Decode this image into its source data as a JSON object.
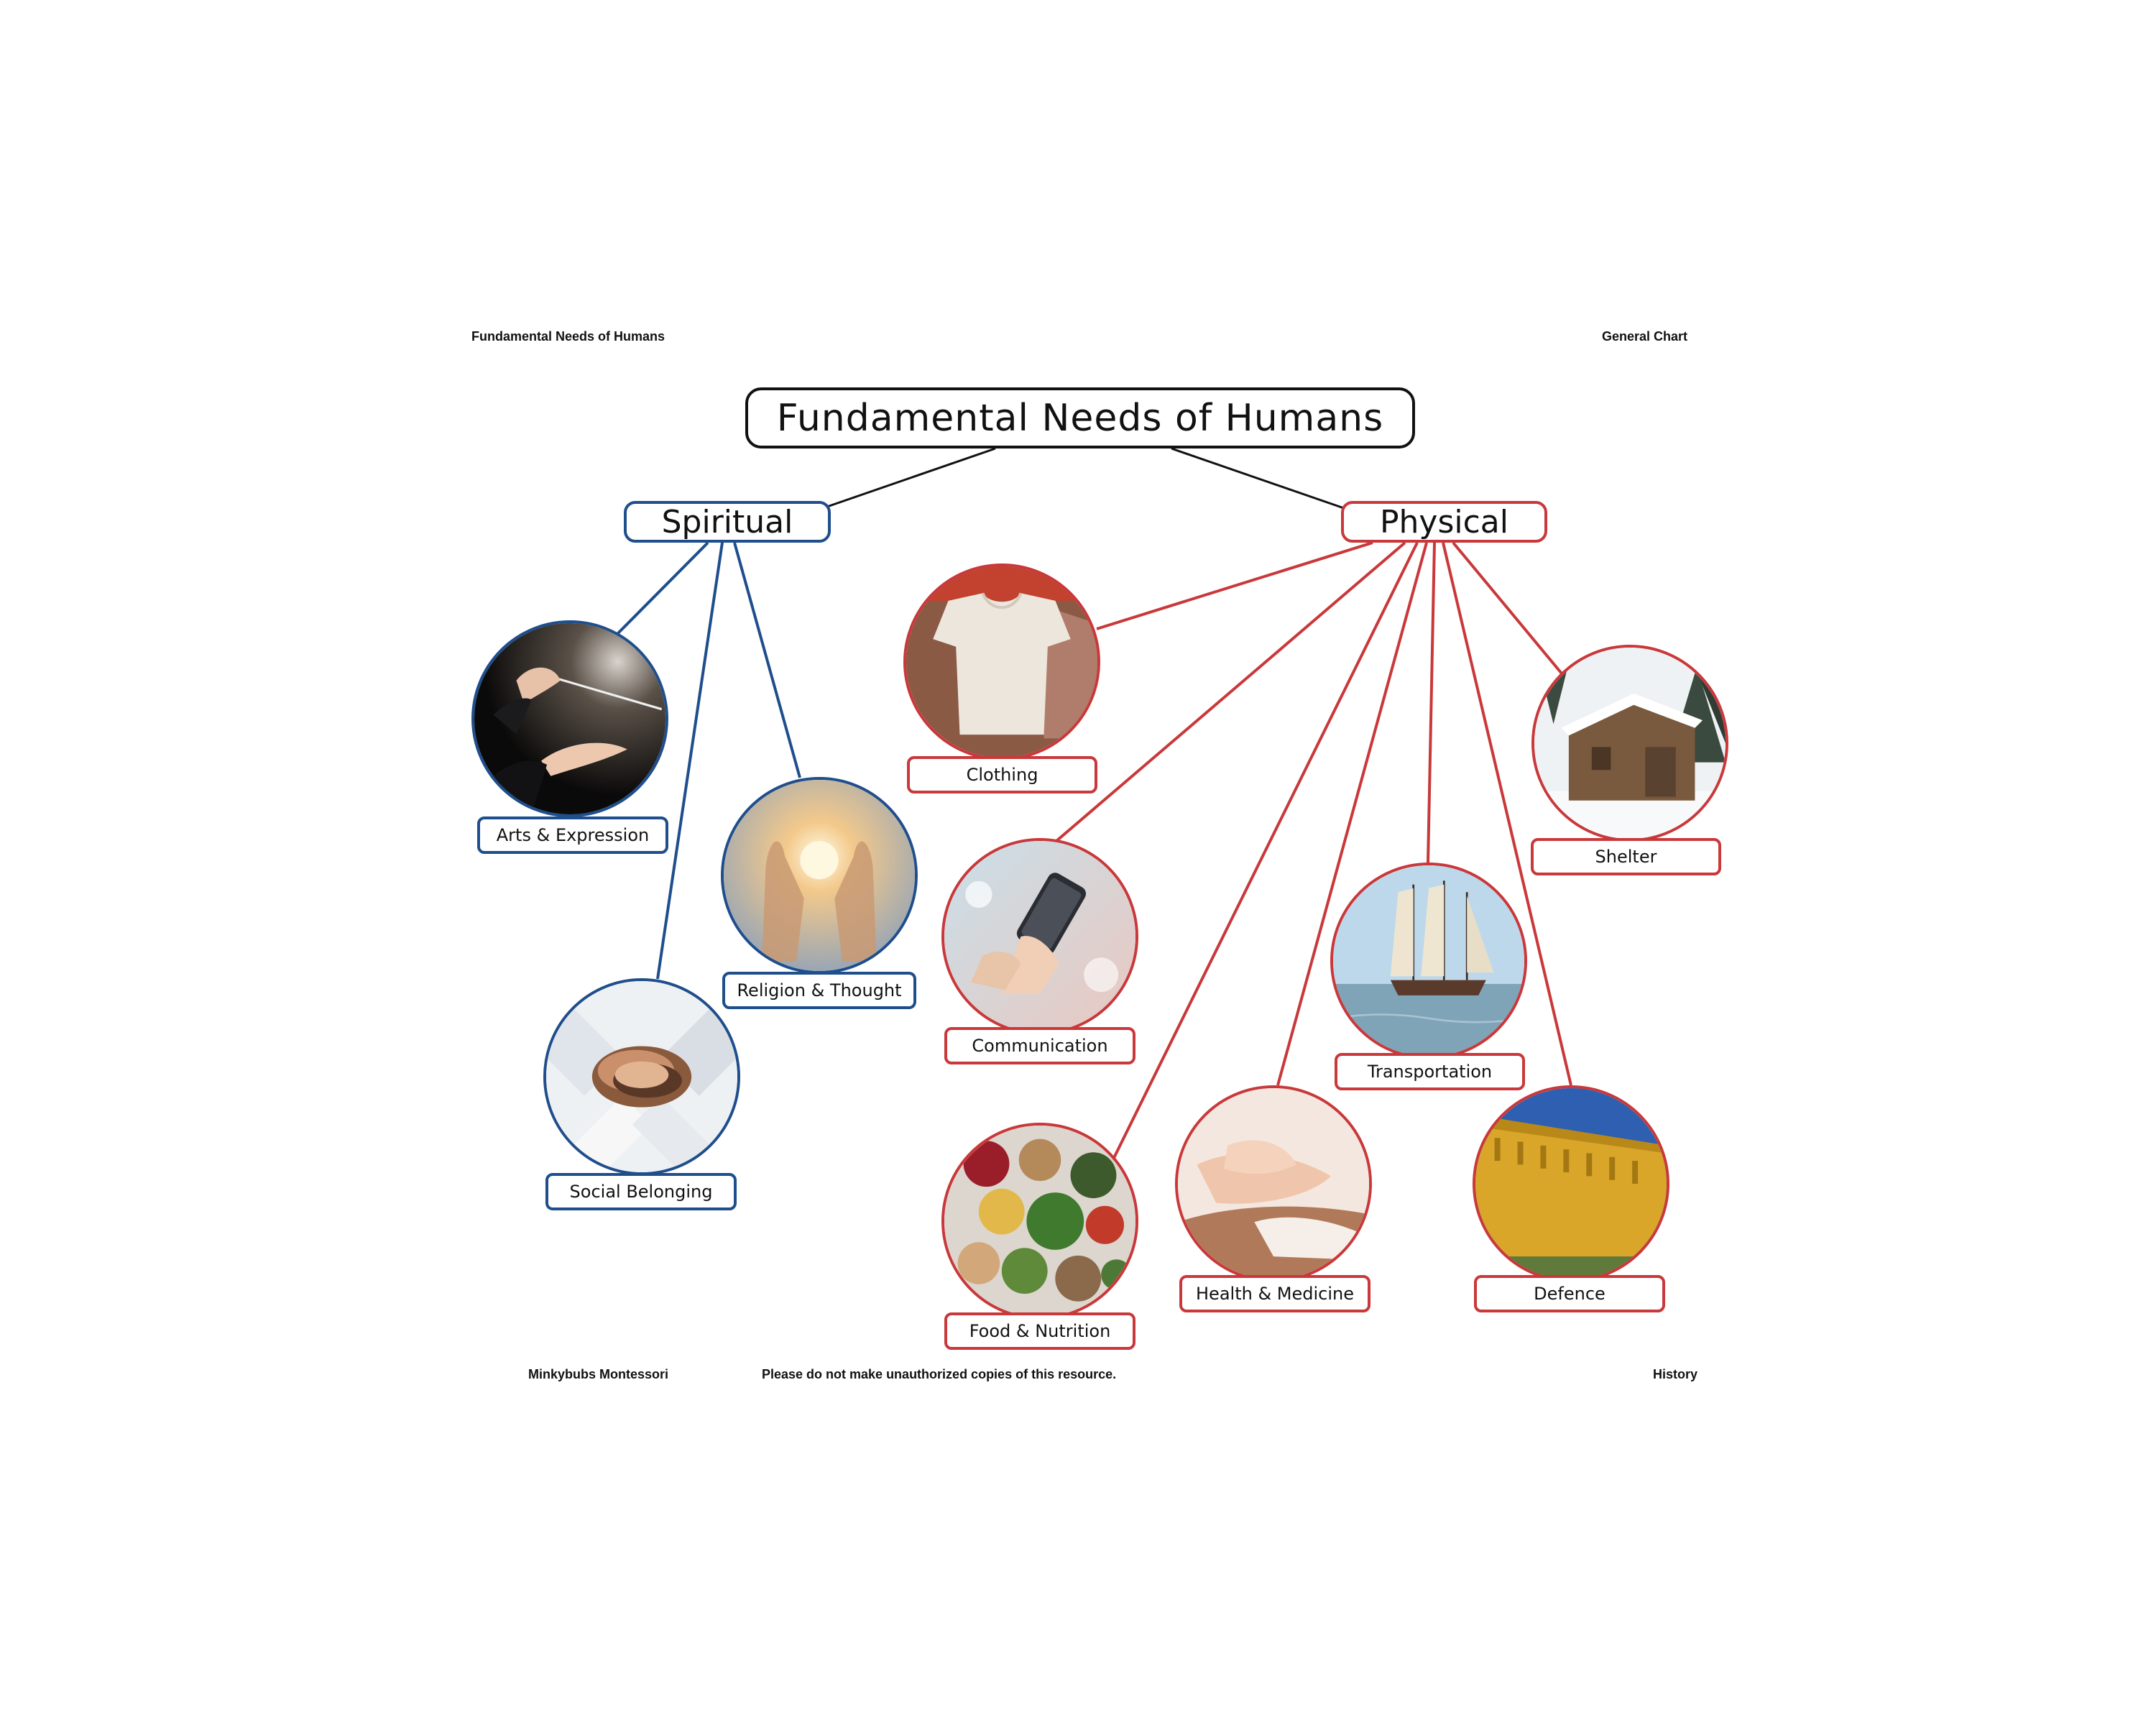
{
  "header": {
    "left": "Fundamental Needs of Humans",
    "right": "General Chart"
  },
  "title": "Fundamental Needs of Humans",
  "categories": {
    "spiritual": {
      "label": "Spiritual",
      "color": "#1f4e8c"
    },
    "physical": {
      "label": "Physical",
      "color": "#c9383a"
    }
  },
  "needs": {
    "arts": {
      "label": "Arts & Expression",
      "icon": "conductor-hands-image"
    },
    "religion": {
      "label": "Religion & Thought",
      "icon": "praying-hands-light-image"
    },
    "social": {
      "label": "Social Belonging",
      "icon": "stacked-hands-image"
    },
    "clothing": {
      "label": "Clothing",
      "icon": "baby-clothes-image"
    },
    "communication": {
      "label": "Communication",
      "icon": "smartphone-image"
    },
    "food": {
      "label": "Food & Nutrition",
      "icon": "healthy-food-image"
    },
    "health": {
      "label": "Health & Medicine",
      "icon": "caring-hands-image"
    },
    "transportation": {
      "label": "Transportation",
      "icon": "sailing-ship-image"
    },
    "shelter": {
      "label": "Shelter",
      "icon": "snowy-cabin-image"
    },
    "defence": {
      "label": "Defence",
      "icon": "fortress-wall-image"
    }
  },
  "footer": {
    "left": "Minkybubs Montessori",
    "center": "Please do not make unauthorized copies of this resource.",
    "right": "History"
  }
}
